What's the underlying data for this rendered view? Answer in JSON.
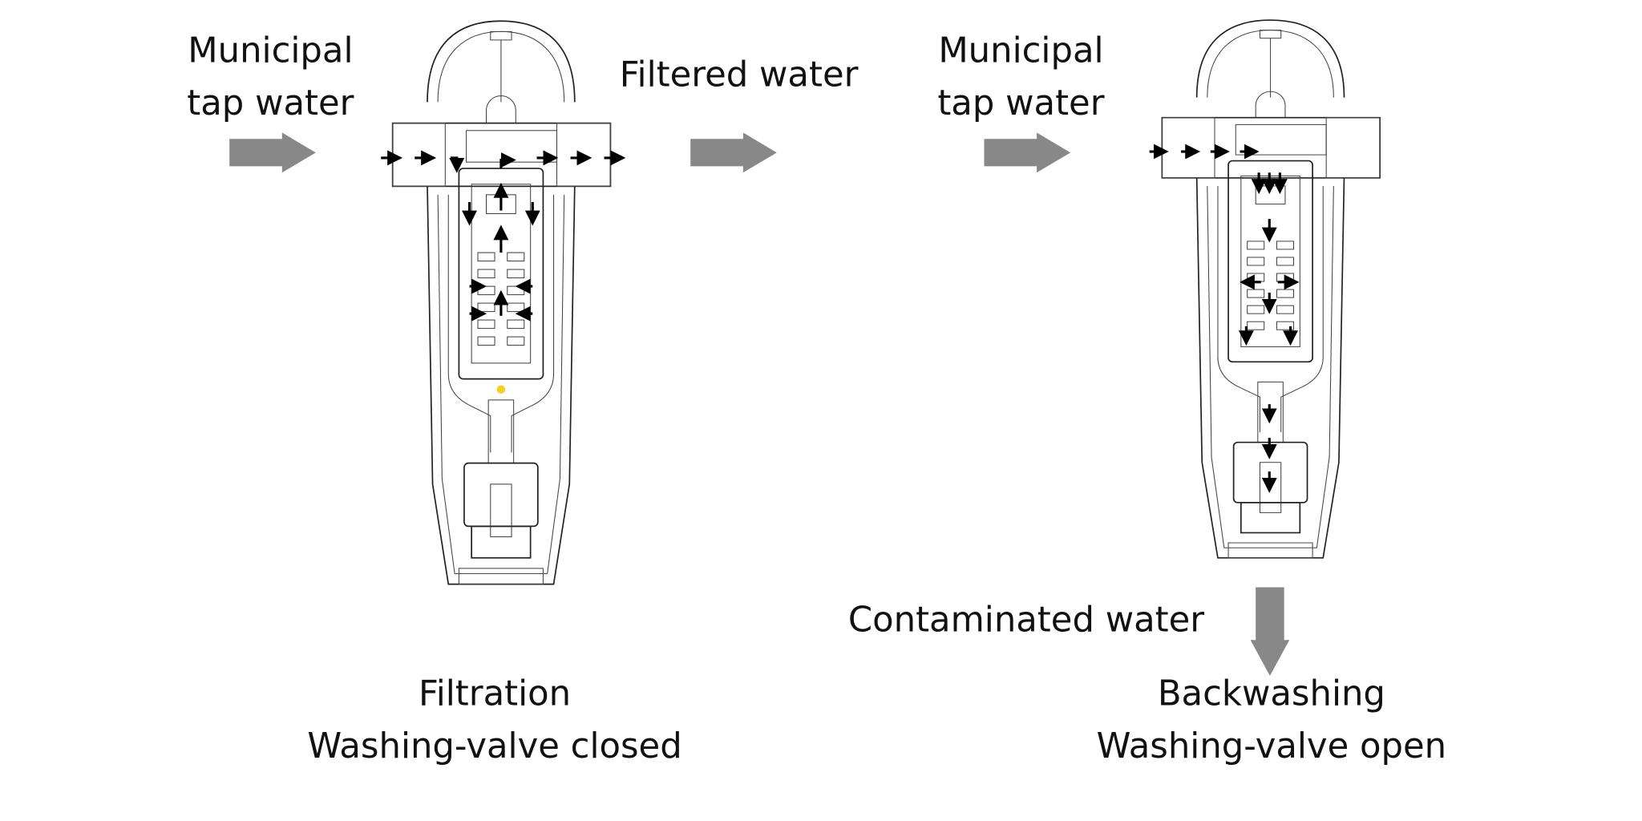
{
  "left_panel": {
    "inlet_label": [
      "Municipal",
      "tap water"
    ],
    "outlet_label": "Filtered water",
    "mode_title": "Filtration",
    "valve_state": "Washing-valve closed"
  },
  "right_panel": {
    "inlet_label": [
      "Municipal",
      "tap water"
    ],
    "drain_label": "Contaminated water",
    "mode_title": "Backwashing",
    "valve_state": "Washing-valve open"
  },
  "colors": {
    "arrow": "#888888",
    "line": "#222222",
    "indicator": "#f2d21b"
  }
}
